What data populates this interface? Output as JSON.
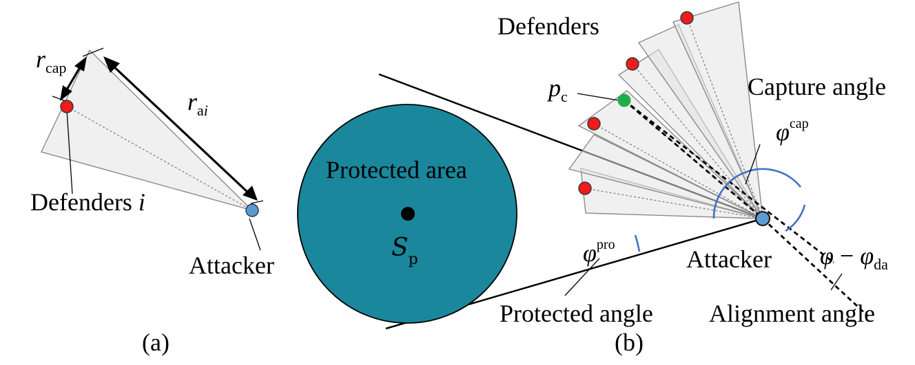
{
  "panel_a": {
    "label": "(a)",
    "defenders_label": "Defenders ",
    "defenders_index": "i",
    "attacker_label": "Attacker",
    "r_cap": {
      "base": "r",
      "sub": "cap"
    },
    "r_ai": {
      "base": "r",
      "sub": "a",
      "sub_index": "i"
    }
  },
  "panel_b": {
    "label": "(b)",
    "protected_area_label": "Protected area",
    "center_symbol": {
      "base": "S",
      "sub": "p"
    },
    "defenders_label": "Defenders",
    "pc_label": {
      "base": "p",
      "sub": "c"
    },
    "capture_angle_label": "Capture angle",
    "phi_cap": {
      "base": "φ",
      "sup": "cap"
    },
    "phi_pro": {
      "base": "φ",
      "sup": "pro"
    },
    "phi_diff": {
      "left": "φ",
      "op": " − ",
      "right": "φ",
      "sub": "da"
    },
    "attacker_label": "Attacker",
    "protected_angle_label": "Protected angle",
    "alignment_angle_label": "Alignment angle"
  },
  "colors": {
    "protected_area": "#1a879c",
    "defender": "#ee1c1c",
    "attacker": "#5b9bd5",
    "capture_point": "#1fae4b",
    "angle_arc": "#4472c4",
    "cone_fill": "#e3e3e3"
  }
}
